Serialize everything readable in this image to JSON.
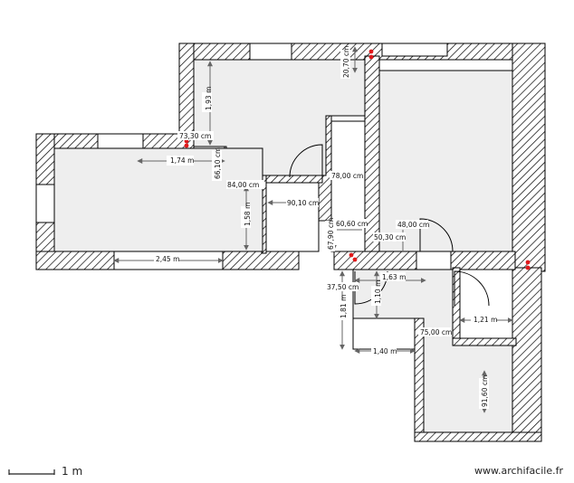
{
  "dimensions": {
    "d1": "20,70 cm",
    "d2": "1,93 m",
    "d3": "73,30 cm",
    "d4": "1,74 m",
    "d5": "66,10 cm",
    "d6": "84,00 cm",
    "d7": "78,00 cm",
    "d8": "90,10 cm",
    "d9": "1,58 m",
    "d10": "60,60 cm",
    "d11": "48,00 cm",
    "d12": "67,90 cm",
    "d13": "50,30 cm",
    "d14": "2,45 m",
    "d15": "1,63 m",
    "d16": "37,50 cm",
    "d17": "1,10 m",
    "d18": "1,81 m",
    "d19": "1,21 m",
    "d20": "75,00 cm",
    "d21": "1,40 m",
    "d22": "91,60 cm"
  },
  "scale": {
    "label": "1 m"
  },
  "footer": {
    "site": "www.archifacile.fr"
  },
  "colors": {
    "wall": "#000000",
    "floor": "#eeeeee",
    "marker": "#e0191b",
    "dim_line": "#666666"
  }
}
